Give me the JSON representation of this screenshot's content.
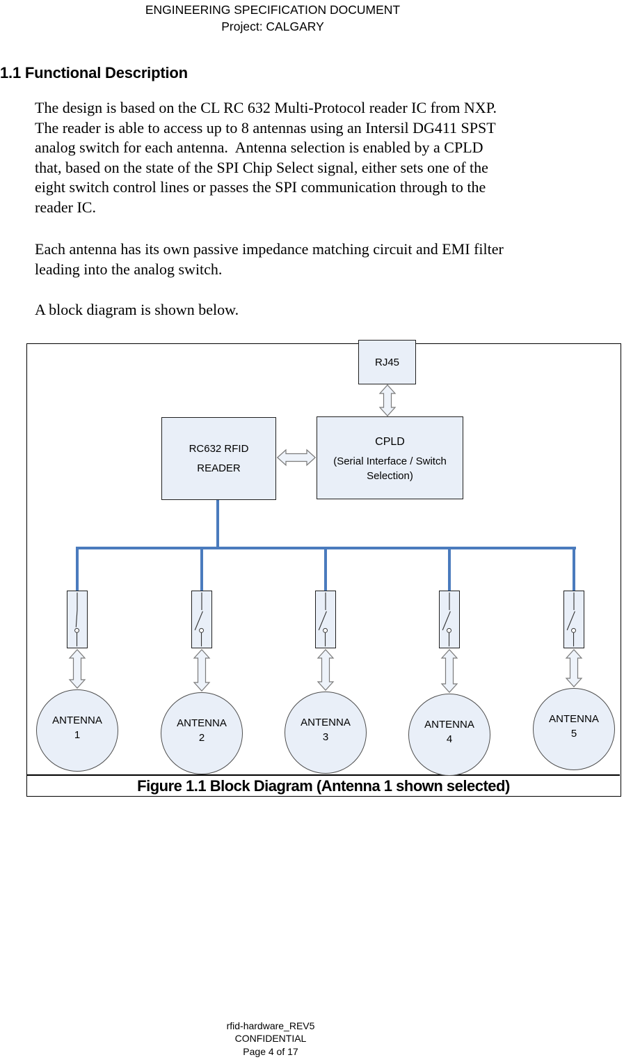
{
  "header": {
    "title": "ENGINEERING SPECIFICATION DOCUMENT",
    "subtitle": "Project: CALGARY"
  },
  "section_heading": "1.1 Functional Description",
  "paragraphs": [
    {
      "lines": [
        "The design is based on the CL RC 632 Multi-Protocol reader IC from NXP.",
        "The reader is able to access up to 8 antennas using an Intersil DG411 SPST",
        "analog switch for each antenna.  Antenna selection is enabled by a CPLD",
        "that, based on the state of the SPI Chip Select signal, either sets one of the",
        "eight switch control lines or passes the SPI communication through to the",
        "reader IC."
      ]
    },
    {
      "lines": [
        "Each antenna has its own passive impedance matching circuit and EMI filter",
        "leading into the analog switch."
      ]
    },
    {
      "lines": [
        "A block diagram is shown below."
      ]
    }
  ],
  "figure": {
    "rj45_label": "RJ45",
    "reader_label_line1": "RC632 RFID",
    "reader_label_line2": "READER",
    "cpld_label": "CPLD",
    "cpld_sub_line1": "(Serial Interface / Switch",
    "cpld_sub_line2": "Selection)",
    "switches": [
      {
        "name": "analog-switch-1",
        "state": "closed"
      },
      {
        "name": "analog-switch-2",
        "state": "open"
      },
      {
        "name": "analog-switch-3",
        "state": "open"
      },
      {
        "name": "analog-switch-4",
        "state": "open"
      },
      {
        "name": "analog-switch-5",
        "state": "open"
      }
    ],
    "antennas": [
      {
        "label": "ANTENNA",
        "number": "1"
      },
      {
        "label": "ANTENNA",
        "number": "2"
      },
      {
        "label": "ANTENNA",
        "number": "3"
      },
      {
        "label": "ANTENNA",
        "number": "4"
      },
      {
        "label": "ANTENNA",
        "number": "5"
      }
    ],
    "selected_antenna": "1",
    "caption": "Figure 1.1 Block Diagram (Antenna 1 shown selected)"
  },
  "footer": {
    "line1": "rfid-hardware_REV5",
    "line2": "CONFIDENTIAL",
    "line3": "Page 4 of 17"
  },
  "colors": {
    "block_fill": "#e9eff8",
    "arrow_fill": "#eef3fa",
    "connector_blue": "#4a7bbd",
    "box_border": "#1f1f1f",
    "arrow_border": "#7a7a7a"
  }
}
